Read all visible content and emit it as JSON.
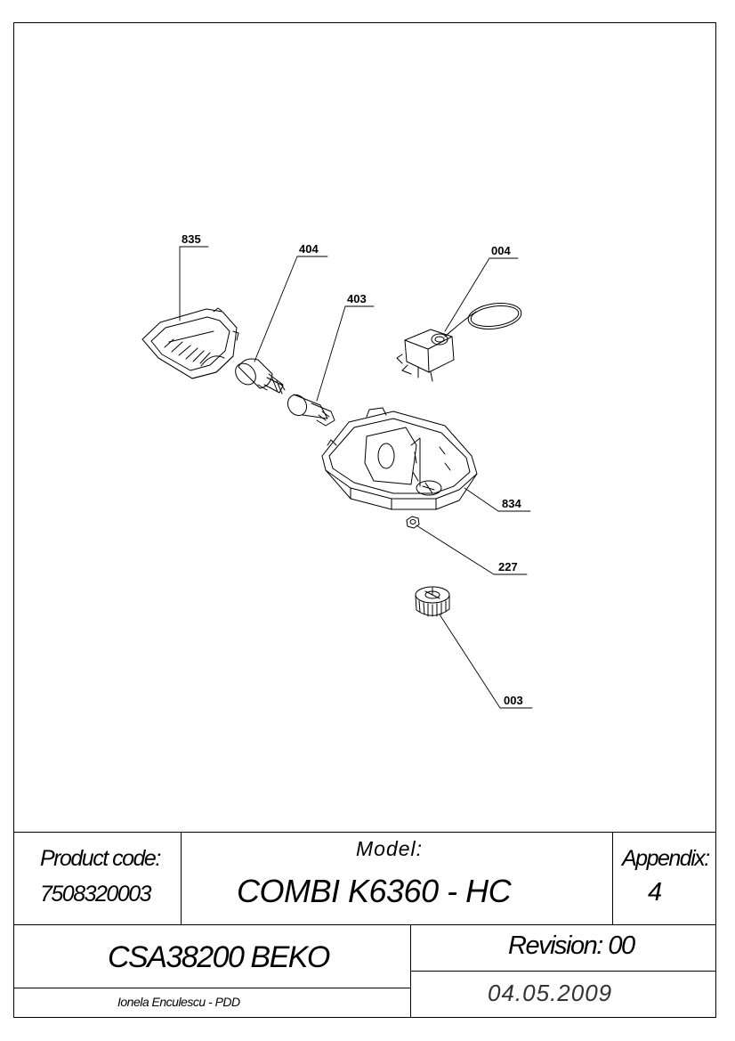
{
  "callouts": [
    {
      "number": "835"
    },
    {
      "number": "404"
    },
    {
      "number": "403"
    },
    {
      "number": "004"
    },
    {
      "number": "834"
    },
    {
      "number": "227"
    },
    {
      "number": "003"
    }
  ],
  "title_block": {
    "product_code_label": "Product code:",
    "product_code": "7508320003",
    "model_label": "Model:",
    "model": "COMBI K6360 - HC",
    "appendix_label": "Appendix:",
    "appendix": "4",
    "product_name": "CSA38200 BEKO",
    "revision": "Revision: 00",
    "author": "Ionela Enculescu - PDD",
    "date": "04.05.2009"
  }
}
